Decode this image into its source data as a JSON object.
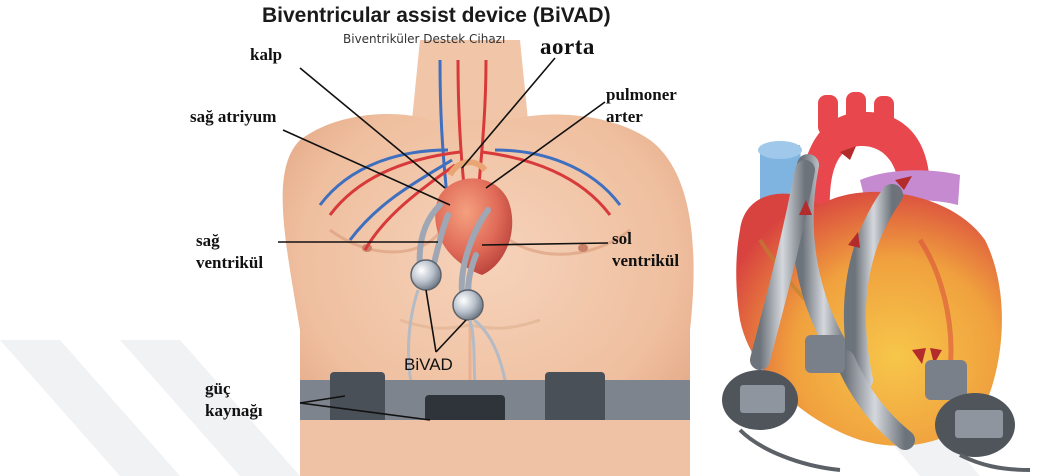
{
  "title": "Biventricular assist device (BiVAD)",
  "subtitle": "Biventriküler Destek Cihazı",
  "labels": {
    "kalp": "kalp",
    "aorta": "aorta",
    "pulmoner": "pulmoner",
    "arter": "arter",
    "sag_atriyum": "sağ atriyum",
    "sag": "sağ",
    "sag_ventrikul": "ventrikül",
    "sol": "sol",
    "sol_ventrikul": "ventrikül",
    "bivad": "BiVAD",
    "guc": "güç",
    "kaynagi": "kaynağı"
  },
  "colors": {
    "skin": "#f2c4a6",
    "skin_shade": "#e3a583",
    "artery": "#d8393a",
    "vein": "#3f6fbf",
    "heart": "#e06b58",
    "device_metal": "#9ea7b3",
    "device_dark": "#50555c",
    "belt": "#58606a"
  }
}
